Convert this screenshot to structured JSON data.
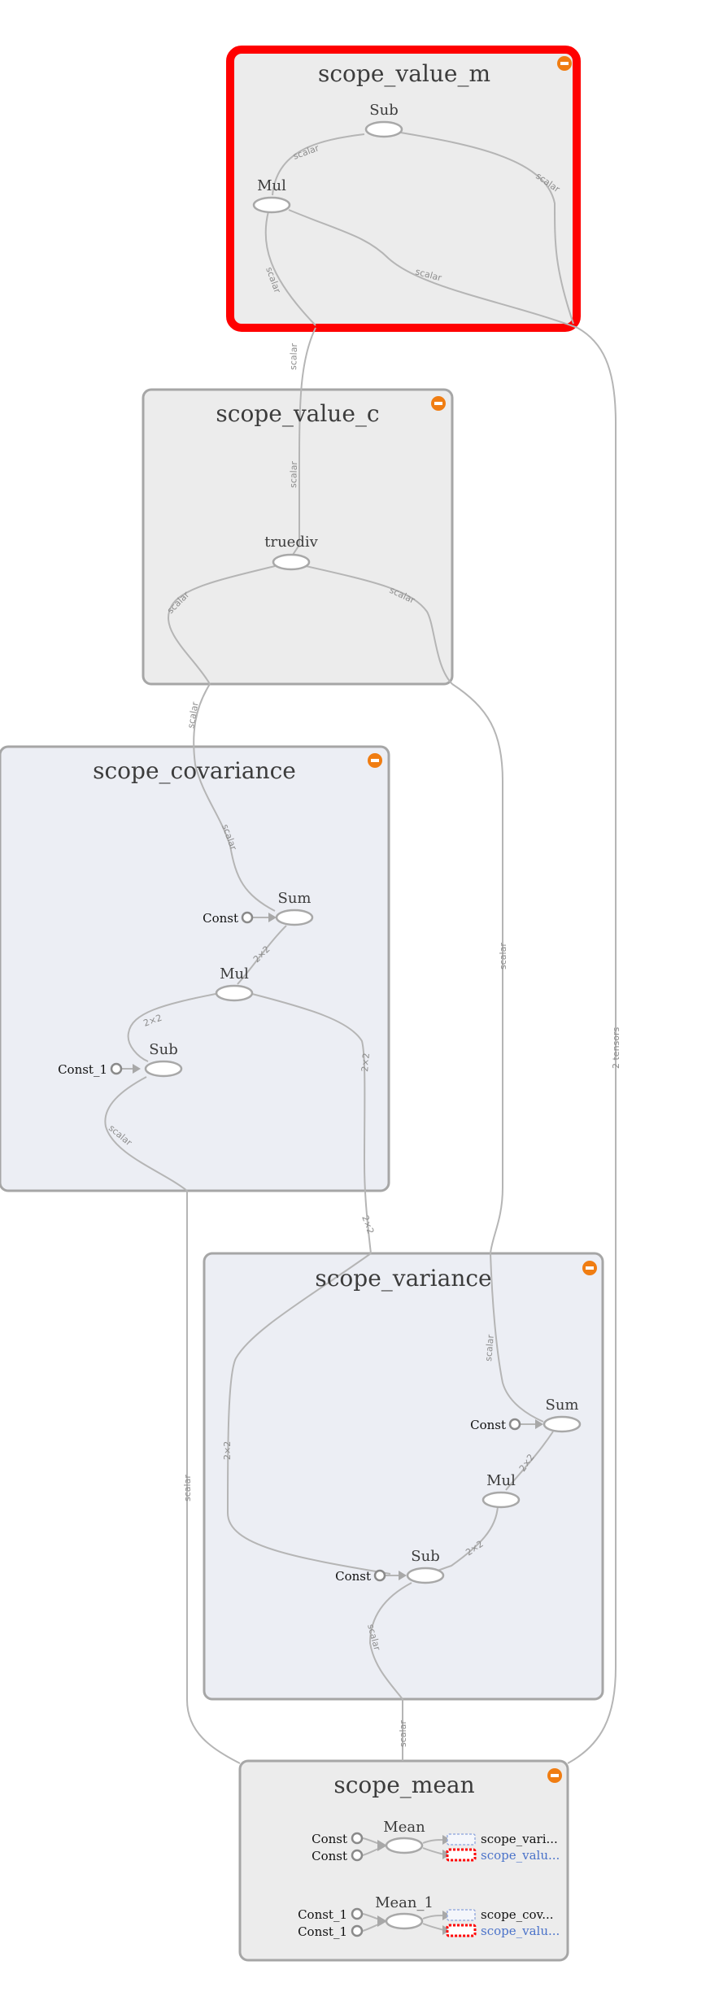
{
  "colors": {
    "scope_fill_gray": "#ececec",
    "scope_fill_blue": "#eceef4",
    "scope_border": "#a6a6a6",
    "selected_border": "#ff0000",
    "collapse_icon": "#f07d12",
    "edge": "#b5b5b5",
    "link_text": "#4a72c9"
  },
  "icons": {
    "collapse": "minus-circle-icon"
  },
  "scopes": {
    "value_m": {
      "title": "scope_value_m",
      "selected": true,
      "ops": {
        "sub": "Sub",
        "mul": "Mul"
      },
      "edges": [
        "scalar",
        "scalar",
        "scalar",
        "scalar"
      ]
    },
    "value_c": {
      "title": "scope_value_c",
      "ops": {
        "truediv": "truediv"
      },
      "edges": [
        "scalar",
        "scalar",
        "scalar"
      ]
    },
    "covariance": {
      "title": "scope_covariance",
      "ops": {
        "sum": "Sum",
        "mul": "Mul",
        "sub": "Sub"
      },
      "consts": {
        "const": "Const",
        "const_1": "Const_1"
      },
      "edges": [
        "scalar",
        "2×2",
        "2×2",
        "2×2",
        "scalar"
      ]
    },
    "variance": {
      "title": "scope_variance",
      "ops": {
        "sum": "Sum",
        "mul": "Mul",
        "sub": "Sub"
      },
      "consts": {
        "sum_const": "Const",
        "sub_const": "Const"
      },
      "edges": [
        "scalar",
        "2×2",
        "2×2",
        "2×2",
        "scalar"
      ]
    },
    "mean": {
      "title": "scope_mean",
      "ops": {
        "mean": "Mean",
        "mean_1": "Mean_1"
      },
      "consts": {
        "mean_a": "Const",
        "mean_b": "Const",
        "mean1_a": "Const_1",
        "mean1_b": "Const_1"
      },
      "refs": {
        "mean_variance": "scope_vari...",
        "mean_value": "scope_valu...",
        "mean1_covariance": "scope_cov...",
        "mean1_value": "scope_valu..."
      }
    }
  },
  "outer_edges": {
    "m_to_c": "scalar",
    "c_to_cov": "scalar",
    "c_to_var": "scalar",
    "m_to_mean": "2 tensors",
    "cov_to_var": "2×2",
    "cov_to_mean": "scalar",
    "var_to_mean": "scalar"
  }
}
